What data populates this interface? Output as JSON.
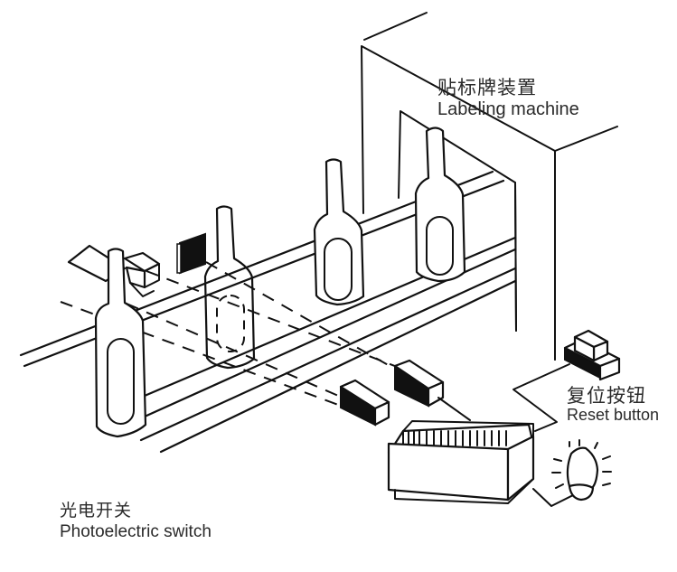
{
  "diagram": {
    "title": "Bottle labeling line with photoelectric switch",
    "labels": {
      "labeling_machine": {
        "zh": "贴标牌装置",
        "en": "Labeling machine"
      },
      "reset_button": {
        "zh": "复位按钮",
        "en": "Reset button"
      },
      "photoelectric_switch": {
        "zh": "光电开关",
        "en": "Photoelectric switch"
      }
    },
    "components": [
      {
        "id": "conveyor",
        "name": "Conveyor belt"
      },
      {
        "id": "bottles",
        "name": "Bottles",
        "count": 4
      },
      {
        "id": "labeling-machine",
        "name": "Labeling machine frame"
      },
      {
        "id": "photo-emitters",
        "name": "Photoelectric switch emitters",
        "count": 2
      },
      {
        "id": "photo-receiver",
        "name": "Photoelectric switch receiver"
      },
      {
        "id": "reflector",
        "name": "Reflector plate"
      },
      {
        "id": "controller",
        "name": "Controller / PLC unit"
      },
      {
        "id": "reset-button",
        "name": "Reset button"
      },
      {
        "id": "warning-light",
        "name": "Warning light"
      }
    ]
  }
}
